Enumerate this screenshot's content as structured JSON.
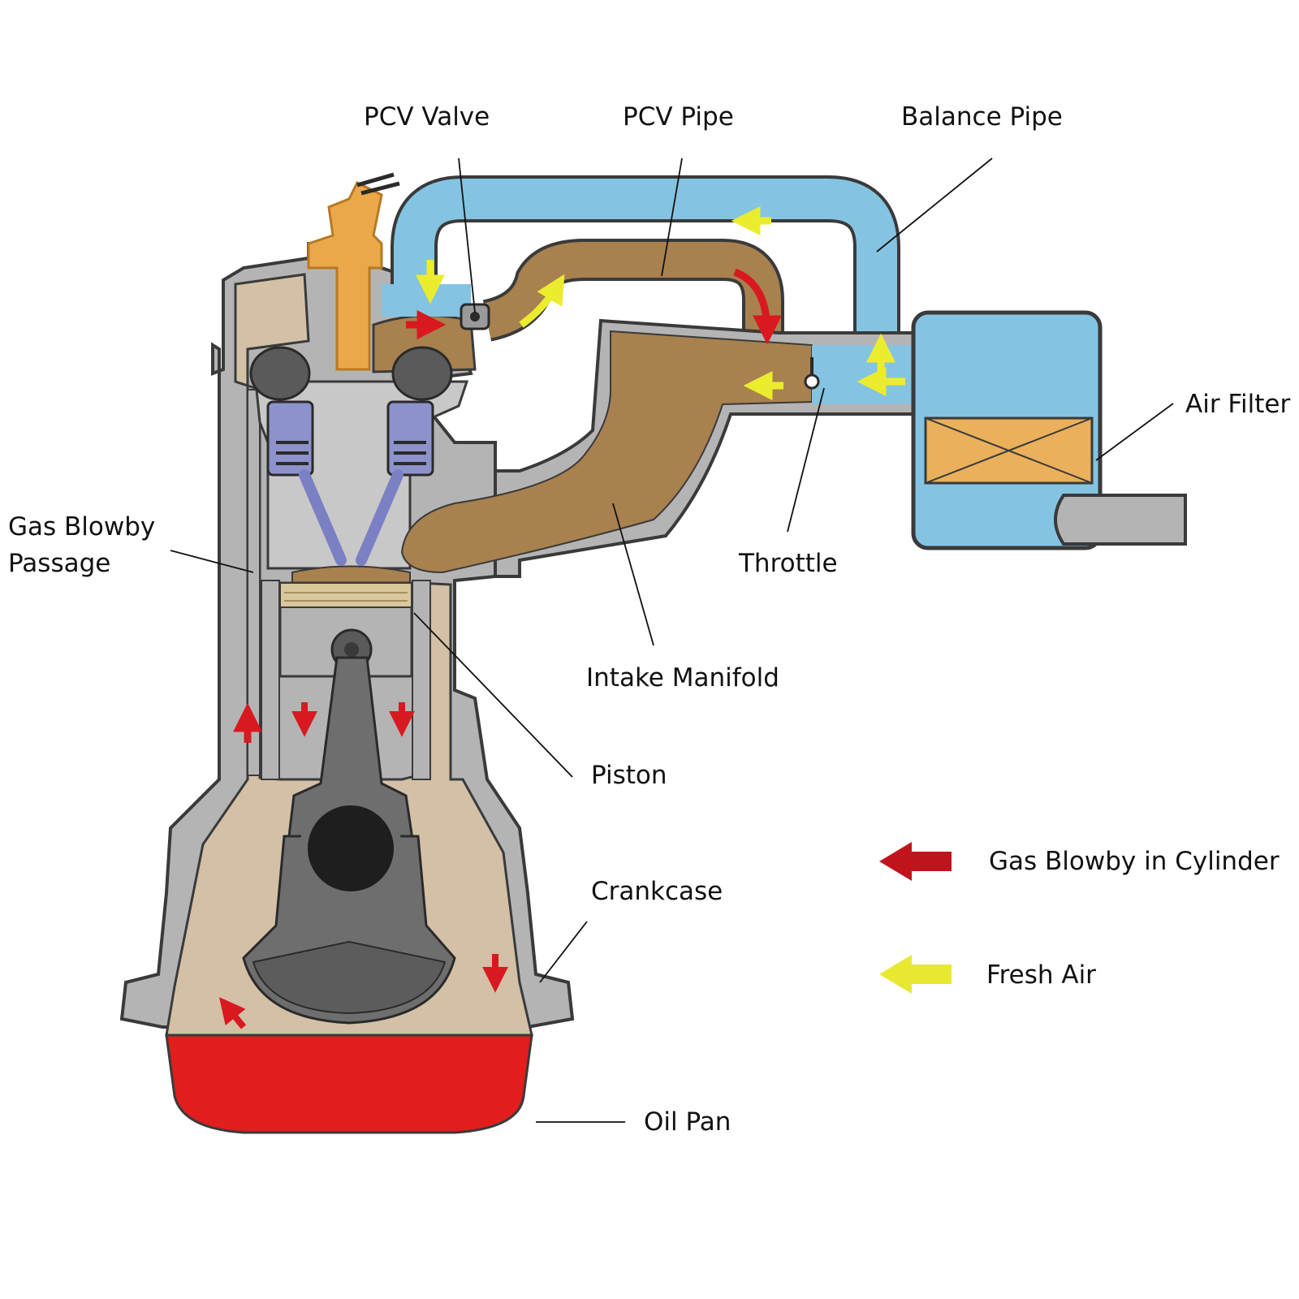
{
  "labels": {
    "pcv_valve": "PCV Valve",
    "pcv_pipe": "PCV Pipe",
    "balance_pipe": "Balance Pipe",
    "air_filter": "Air Filter",
    "gas_blowby_passage_line1": "Gas Blowby",
    "gas_blowby_passage_line2": "Passage",
    "throttle": "Throttle",
    "intake_manifold": "Intake Manifold",
    "piston": "Piston",
    "crankcase": "Crankcase",
    "oil_pan": "Oil Pan"
  },
  "legend": {
    "items": [
      {
        "label": "Gas Blowby in Cylinder",
        "color": "#c0141c",
        "icon": "red-arrow-icon"
      },
      {
        "label": "Fresh Air",
        "color": "#e8e832",
        "icon": "yellow-arrow-icon"
      }
    ]
  },
  "colors": {
    "crankcase_body": "#d3c0a6",
    "engine_gray": "#b4b4b4",
    "dark_gray": "#6e6e6e",
    "fresh_air_pipe": "#84c4e2",
    "blowby_gas": "#a8814f",
    "oil": "#e21d1d",
    "injector": "#eba84a",
    "valve_spring": "#8d92cc",
    "filter_element": "#eab05c",
    "outline": "#3a3a3a"
  }
}
